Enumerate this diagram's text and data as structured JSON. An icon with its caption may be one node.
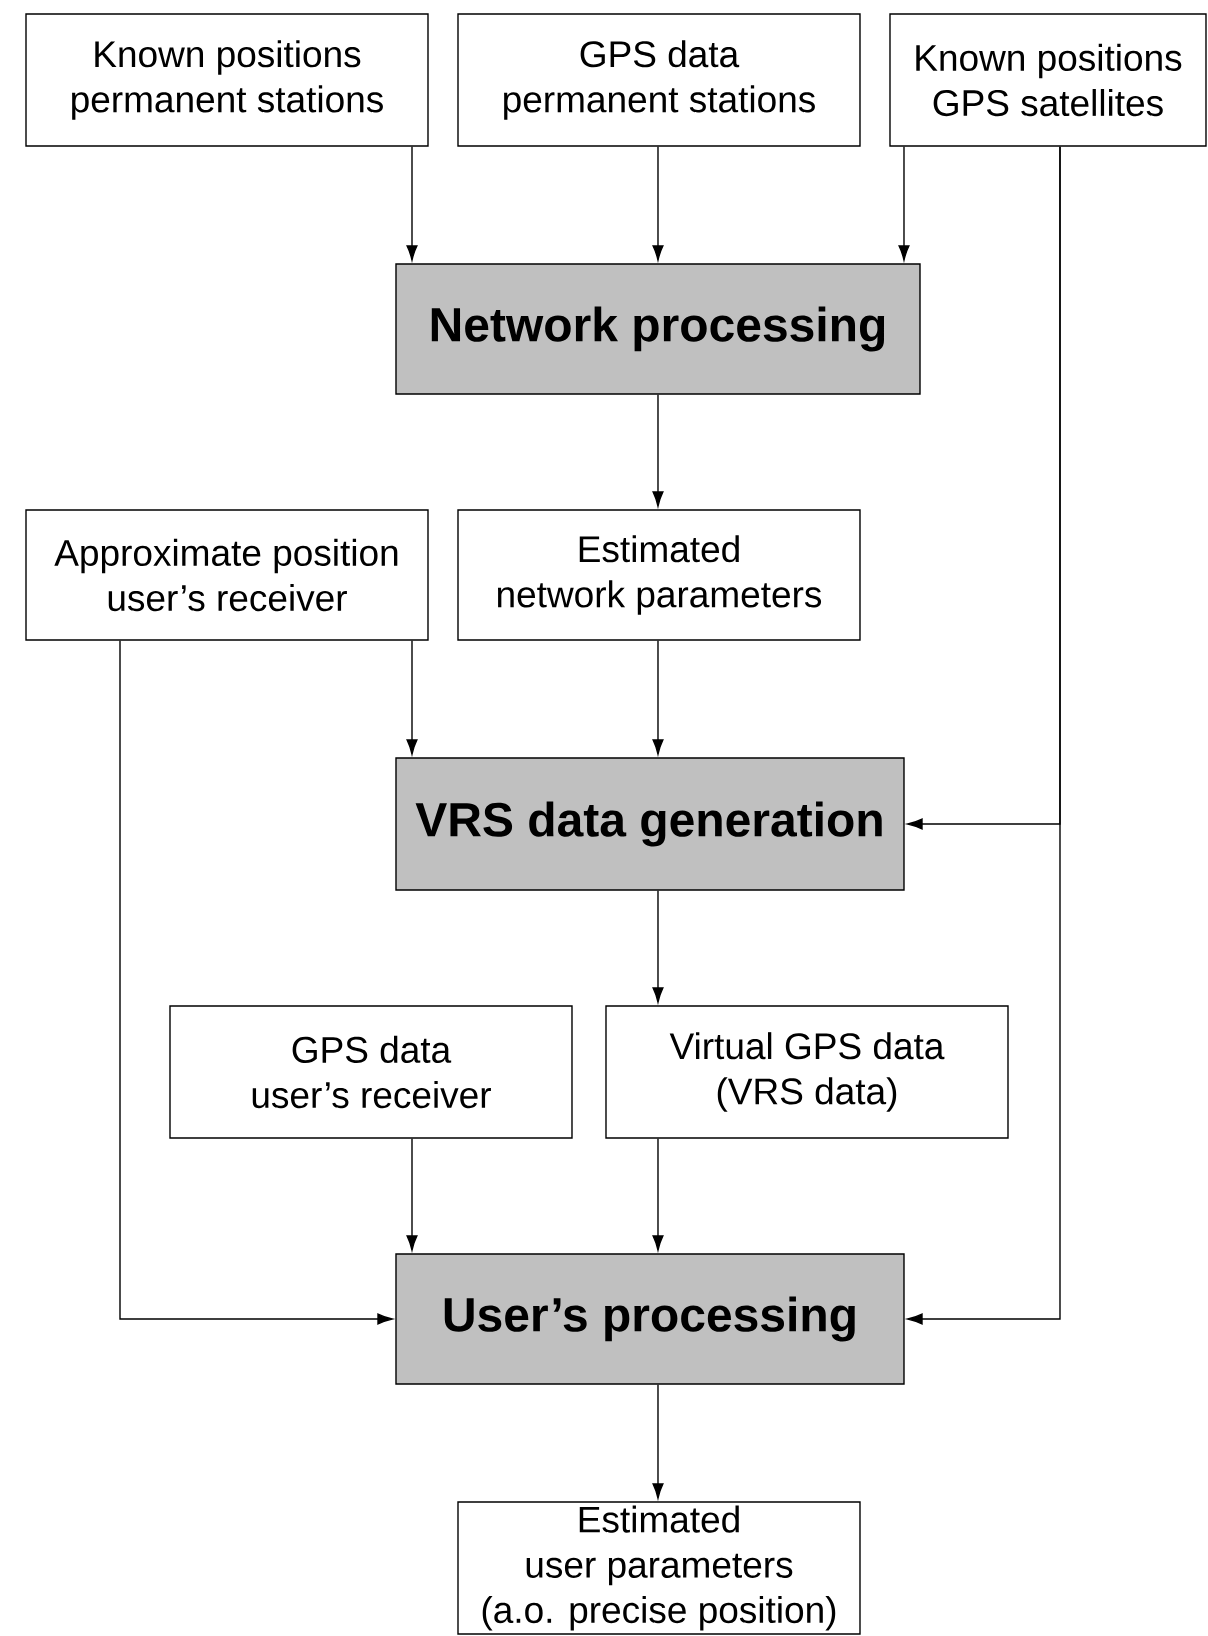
{
  "diagram": {
    "nodes": [
      {
        "text": [
          "Known positions permanent stations"
        ]
      },
      {
        "text": [
          "GPS data permanent stations"
        ]
      },
      {
        "text": [
          "Known positions GPS satellites"
        ]
      },
      {
        "text": [
          "Network processing"
        ]
      },
      {
        "text": [
          "Approximate position user’s receiver"
        ]
      },
      {
        "text": [
          "Estimated network parameters"
        ]
      },
      {
        "text": [
          "VRS data generation"
        ]
      },
      {
        "text": [
          "GPS data user’s receiver"
        ]
      },
      {
        "text": [
          "Virtual GPS data (VRS data)"
        ]
      },
      {
        "text": [
          "User’s processing"
        ]
      },
      {
        "text": [
          "Estimated user parameters (a.o. precise position)"
        ]
      }
    ],
    "edges": [
      {
        "from": 0,
        "to": 3,
        "arrow": "to"
      },
      {
        "from": 1,
        "to": 3,
        "arrow": "to"
      },
      {
        "from": 2,
        "to": 3,
        "arrow": "to"
      },
      {
        "from": 2,
        "to": 6,
        "arrow": "to"
      },
      {
        "from": 2,
        "to": 9,
        "arrow": "to"
      },
      {
        "from": 3,
        "to": 5,
        "arrow": "to"
      },
      {
        "from": 4,
        "to": 6,
        "arrow": "to"
      },
      {
        "from": 5,
        "to": 6,
        "arrow": "to"
      },
      {
        "from": 4,
        "to": 9,
        "arrow": "to"
      },
      {
        "from": 6,
        "to": 8,
        "arrow": "to"
      },
      {
        "from": 7,
        "to": 9,
        "arrow": "to"
      },
      {
        "from": 8,
        "to": 9,
        "arrow": "to"
      },
      {
        "from": 9,
        "to": 10,
        "arrow": "to"
      }
    ]
  }
}
